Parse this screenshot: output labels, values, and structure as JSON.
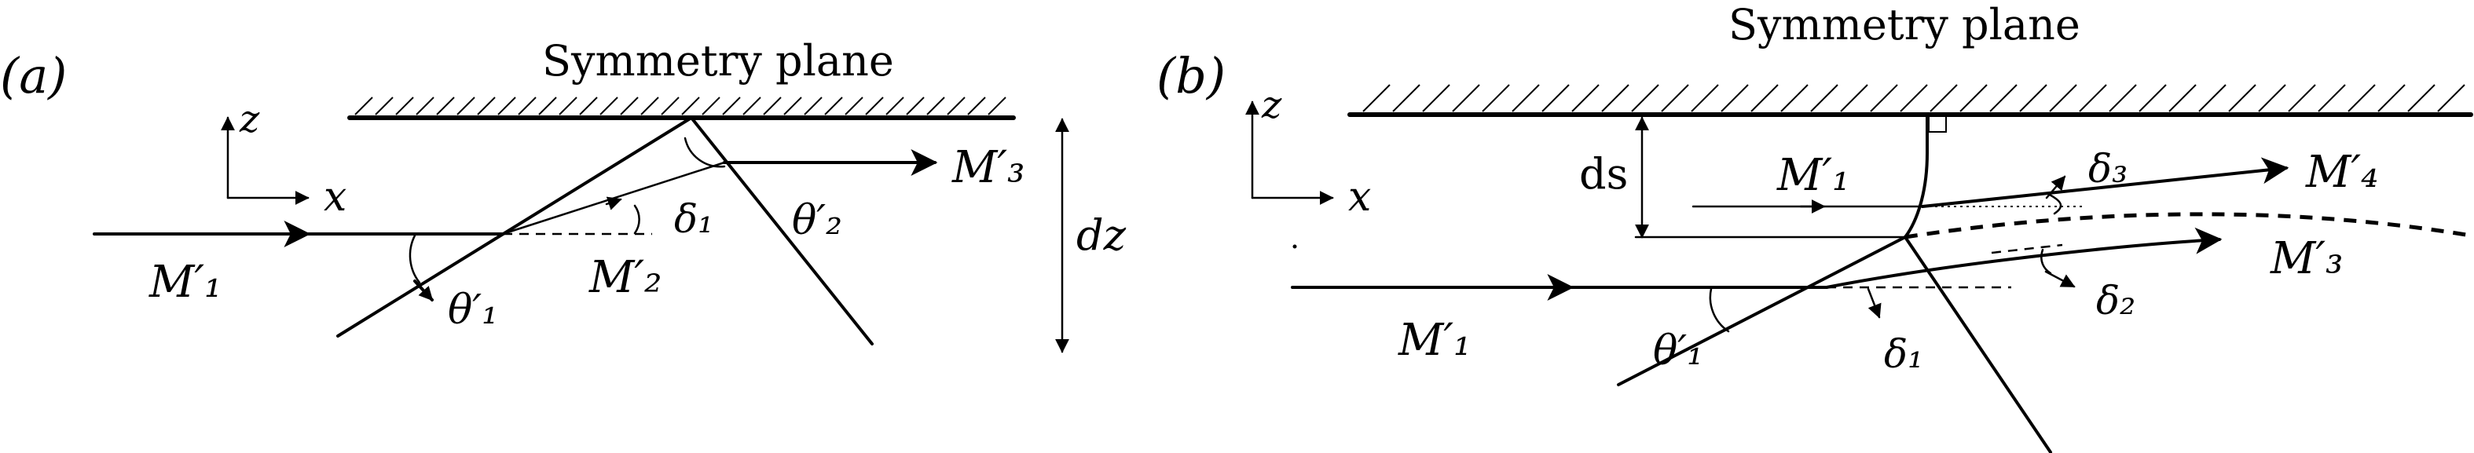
{
  "panels": [
    {
      "id": "a",
      "label": "(a)",
      "title": "Symmetry plane",
      "axes": {
        "z": "z",
        "x": "x"
      },
      "labels": {
        "m1": "M′₁",
        "m2": "M′₂",
        "m3": "M′₃",
        "theta1": "θ′₁",
        "theta2": "θ′₂",
        "delta1": "δ₁",
        "dz": "dz"
      }
    },
    {
      "id": "b",
      "label": "(b)",
      "title": "Symmetry plane",
      "axes": {
        "z": "z",
        "x": "x"
      },
      "labels": {
        "ds": "ds",
        "m1_upper": "M′₁",
        "m4": "M′₄",
        "m1": "M′₁",
        "m3": "M′₃",
        "theta1": "θ′₁",
        "delta1": "δ₁",
        "delta2": "δ₂",
        "delta3": "δ₃"
      }
    }
  ]
}
